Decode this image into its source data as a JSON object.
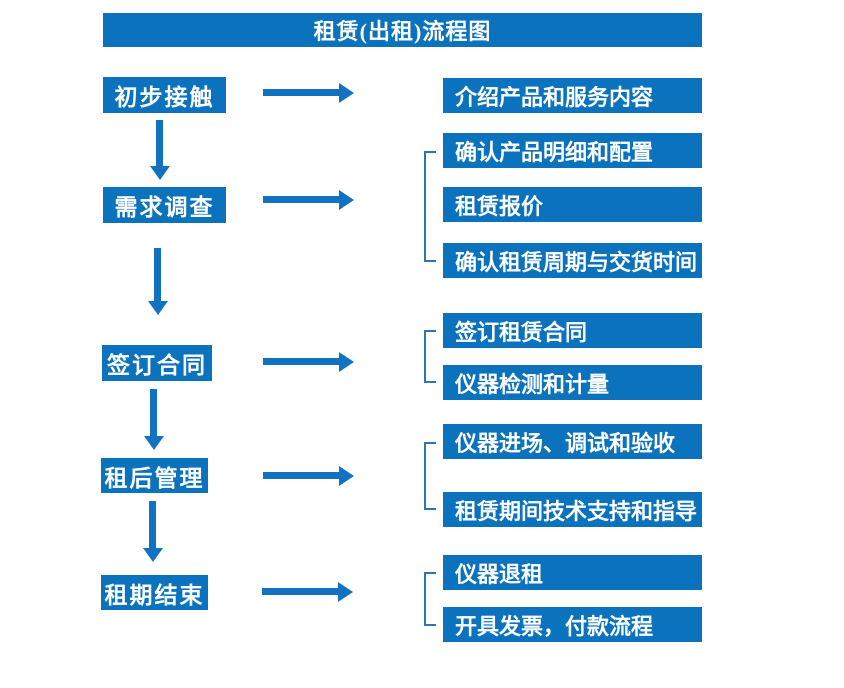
{
  "title": "租赁(出租)流程图",
  "colors": {
    "box_blue": "#0b72be",
    "arrow_blue": "#1272c2",
    "bracket_blue": "#2e75b6",
    "text_white": "#ffffff",
    "background": "#ffffff"
  },
  "steps": [
    {
      "label": "初步接触",
      "details": [
        "介绍产品和服务内容"
      ]
    },
    {
      "label": "需求调查",
      "details": [
        "确认产品明细和配置",
        "租赁报价",
        "确认租赁周期与交货时间"
      ]
    },
    {
      "label": "签订合同",
      "details": [
        "签订租赁合同",
        "仪器检测和计量"
      ]
    },
    {
      "label": "租后管理",
      "details": [
        "仪器进场、调试和验收",
        "租赁期间技术支持和指导"
      ]
    },
    {
      "label": "租期结束",
      "details": [
        "仪器退租",
        "开具发票，付款流程"
      ]
    }
  ]
}
